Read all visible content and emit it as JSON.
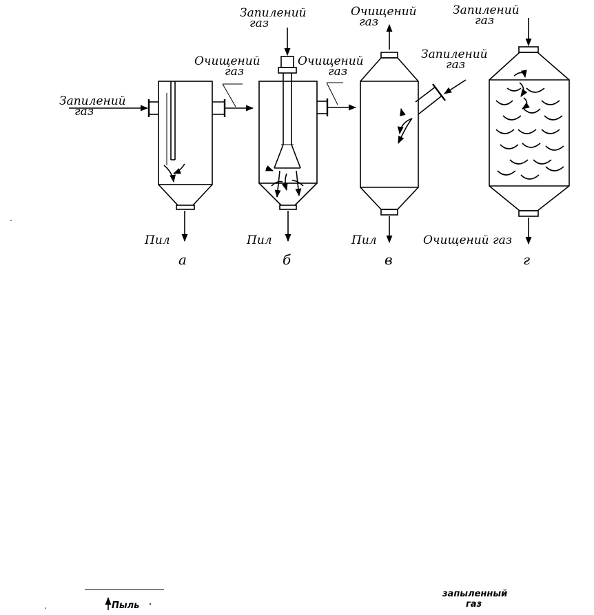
{
  "labels": {
    "a_inlet": "Запилений газ",
    "a_outlet": "Очищений газ",
    "a_dust": "Пил",
    "a_letter": "а",
    "b_inlet": "Запилений газ",
    "b_outlet": "Очищений газ",
    "b_dust": "Пил",
    "b_letter": "б",
    "c_outlet": "Очищений газ",
    "c_inlet": "Запилений газ",
    "c_dust": "Пил",
    "c_letter": "в",
    "d_inlet": "Запилений газ",
    "d_outlet": "Очищений газ",
    "d_letter": "г"
  },
  "footer": {
    "dust_label": "Пыль",
    "dusty_gas_line1": "запыленный",
    "dusty_gas_line2": "газ"
  }
}
